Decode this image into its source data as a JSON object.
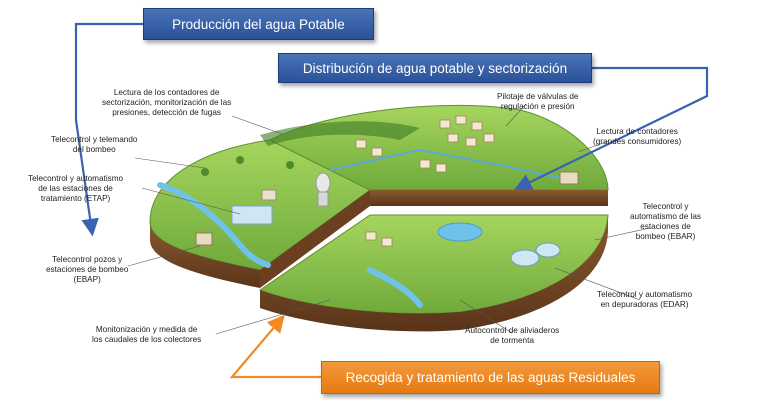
{
  "colors": {
    "blue_banner": "#2a5298",
    "orange_banner": "#e57b14",
    "grass": "#8cc152",
    "soil": "#7a4a26",
    "water": "#6fc3e8"
  },
  "banners": {
    "produccion": "Producción del agua Potable",
    "distribucion": "Distribución de agua potable y sectorización",
    "recogida": "Recogida y tratamiento de las aguas Residuales"
  },
  "labels": {
    "lectura_sectorizacion": "Lectura de los contadores de\nsectorización, monitorización de las\npresiones, detección de fugas",
    "pilotaje": "Pilotaje de válvulas de\nregulación e presión",
    "telecontrol_bombeo": "Telecontrol y telemando\ndel bombeo",
    "lectura_grandes": "Lectura de contadores\n(grandes consumidores)",
    "etap": "Telecontrol y automatismo\nde las estaciones de\ntratamiento (ETAP)",
    "ebar": "Telecontrol y\nautomatismo de las\nestaciones de\nbombeo (EBAR)",
    "ebap": "Telecontrol pozos y\nestaciones de bombeo\n(EBAP)",
    "edar": "Telecontrol y automatismo\nen depuradoras (EDAR)",
    "monitorizacion": "Monitonización y medida de\nlos caudales de los colectores",
    "autocontrol": "Autocontrol de aliviaderos\nde tormenta"
  }
}
